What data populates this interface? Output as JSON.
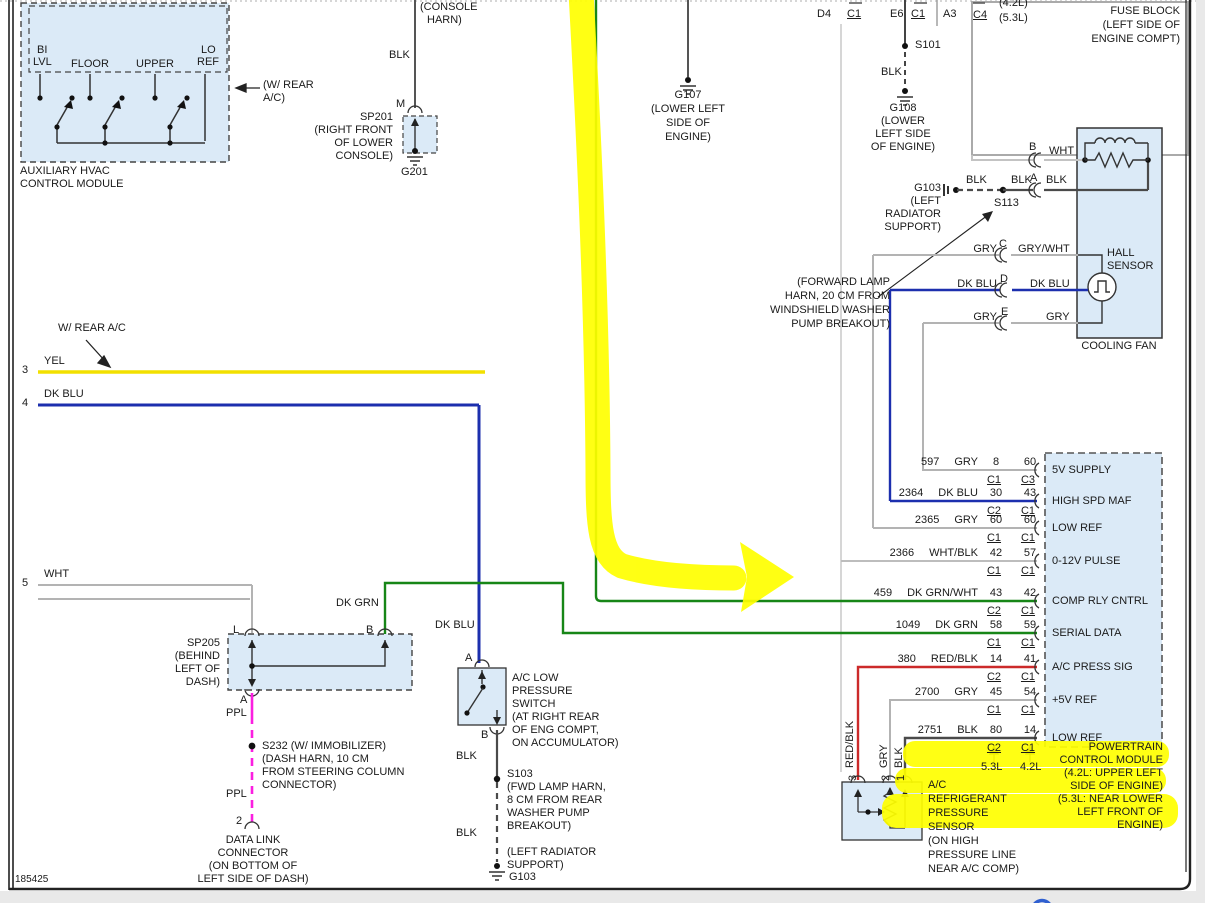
{
  "page": {
    "sheet_id": "185425"
  },
  "colors": {
    "highlight": "#ffff00",
    "wire_yellow": "#f2e000",
    "wire_dkblu": "#1c2fae",
    "wire_green": "#178617",
    "wire_red": "#cc2a2a",
    "wire_ppl": "#fb1fe0",
    "module_fill": "#dbeaf7"
  },
  "top": {
    "d4": "D4",
    "c1a": "C1",
    "e6": "E6",
    "c1b": "C1",
    "a3": "A3"
  },
  "fuse": {
    "c4": "C4",
    "eng42": "(4.2L)",
    "eng53": "(5.3L)",
    "t1": "FUSE BLOCK",
    "t2": "(LEFT SIDE OF",
    "t3": "ENGINE COMPT)"
  },
  "aux": {
    "bi": "BI",
    "lvl": "LVL",
    "floor": "FLOOR",
    "upper": "UPPER",
    "lo": "LO",
    "ref": "REF",
    "t1": "AUXILIARY HVAC",
    "t2": "CONTROL MODULE",
    "n1": "(W/ REAR",
    "n2": "A/C)"
  },
  "console": {
    "h1": "(CONSOLE",
    "h2": "HARN)",
    "blk": "BLK",
    "m": "M",
    "sp": "SP201",
    "l1": "(RIGHT FRONT",
    "l2": "OF LOWER",
    "l3": "CONSOLE)",
    "gnd": "G201"
  },
  "g107": {
    "id": "G107",
    "l1": "(LOWER LEFT",
    "l2": "SIDE OF",
    "l3": "ENGINE)"
  },
  "s101": {
    "id": "S101",
    "blk": "BLK",
    "gnd": "G108",
    "l1": "(LOWER",
    "l2": "LEFT SIDE",
    "l3": "OF ENGINE)"
  },
  "g103t": {
    "id": "G103",
    "l1": "(LEFT",
    "l2": "RADIATOR",
    "l3": "SUPPORT)",
    "blk1": "BLK",
    "s113": "S113",
    "blk2": "BLK",
    "a": "A",
    "blk3": "BLK"
  },
  "fan": {
    "b": "B",
    "wht": "WHT",
    "c": "C",
    "d": "D",
    "e": "E",
    "gryl": "GRY",
    "grywht": "GRY/WHT",
    "dkblul": "DK BLU",
    "dkblur": "DK BLU",
    "gryel": "GRY",
    "gryer": "GRY",
    "hall1": "HALL",
    "hall2": "SENSOR",
    "title": "COOLING FAN"
  },
  "note": {
    "l1": "(FORWARD LAMP",
    "l2": "HARN, 20 CM FROM",
    "l3": "WINDSHIELD WASHER",
    "l4": "PUMP BREAKOUT)"
  },
  "wires": {
    "rear": "W/ REAR A/C",
    "n3": "3",
    "yel": "YEL",
    "n4": "4",
    "dkblu": "DK BLU",
    "n5": "5",
    "wht": "WHT",
    "dkgrn": "DK GRN",
    "dkblu2": "DK BLU"
  },
  "sp205": {
    "id": "SP205",
    "l1": "(BEHIND",
    "l2": "LEFT OF",
    "l3": "DASH)",
    "pl": "L",
    "pb": "B",
    "pa": "A",
    "ppl": "PPL",
    "s1": "S232 (W/ IMMOBILIZER)",
    "s2": "(DASH HARN, 10 CM",
    "s3": "FROM STEERING COLUMN",
    "s4": "CONNECTOR)",
    "ppl2": "PPL",
    "p2": "2",
    "d1": "DATA LINK",
    "d2": "CONNECTOR",
    "d3": "(ON BOTTOM OF",
    "d4": "LEFT SIDE OF DASH)"
  },
  "acsw": {
    "pa": "A",
    "pb": "B",
    "t1": "A/C LOW",
    "t2": "PRESSURE",
    "t3": "SWITCH",
    "t4": "(AT RIGHT REAR",
    "t5": "OF ENG COMPT,",
    "t6": "ON ACCUMULATOR)",
    "blk1": "BLK",
    "s103": "S103",
    "s1": "(FWD LAMP HARN,",
    "s2": "8 CM FROM REAR",
    "s3": "WASHER PUMP",
    "s4": "BREAKOUT)",
    "blk2": "BLK",
    "g1": "(LEFT RADIATOR",
    "g2": "SUPPORT)",
    "gnd": "G103"
  },
  "pcm": {
    "rows": [
      {
        "circuit": "597",
        "color": "GRY",
        "p1": "8",
        "p2": "60",
        "r1": "C1",
        "r2": "C3",
        "label": "5V SUPPLY"
      },
      {
        "circuit": "2364",
        "color": "DK BLU",
        "p1": "30",
        "p2": "43",
        "r1": "C2",
        "r2": "C1",
        "label": "HIGH SPD MAF"
      },
      {
        "circuit": "2365",
        "color": "GRY",
        "p1": "60",
        "p2": "60",
        "r1": "C1",
        "r2": "C1",
        "label": "LOW REF"
      },
      {
        "circuit": "2366",
        "color": "WHT/BLK",
        "p1": "42",
        "p2": "57",
        "r1": "C1",
        "r2": "C1",
        "label": "0-12V PULSE"
      },
      {
        "circuit": "459",
        "color": "DK GRN/WHT",
        "p1": "43",
        "p2": "42",
        "r1": "C2",
        "r2": "C1",
        "label": "COMP RLY CNTRL"
      },
      {
        "circuit": "1049",
        "color": "DK GRN",
        "p1": "58",
        "p2": "59",
        "r1": "C1",
        "r2": "C1",
        "label": "SERIAL DATA"
      },
      {
        "circuit": "380",
        "color": "RED/BLK",
        "p1": "14",
        "p2": "41",
        "r1": "C2",
        "r2": "C1",
        "label": "A/C PRESS SIG"
      },
      {
        "circuit": "2700",
        "color": "GRY",
        "p1": "45",
        "p2": "54",
        "r1": "C1",
        "r2": "C1",
        "label": "+5V REF"
      },
      {
        "circuit": "2751",
        "color": "BLK",
        "p1": "80",
        "p2": "14",
        "r1": "C2",
        "r2": "C1",
        "label": "LOW REF"
      }
    ],
    "eng53": "5.3L",
    "eng42": "4.2L",
    "t1": "POWERTRAIN",
    "t2": "CONTROL MODULE",
    "t3": "(4.2L: UPPER LEFT",
    "t4": "SIDE OF ENGINE)",
    "t5": "(5.3L: NEAR LOWER",
    "t6": "LEFT FRONT OF",
    "t7": "ENGINE)"
  },
  "sensor": {
    "p3": "3",
    "p2": "2",
    "p1": "1",
    "w3": "RED/BLK",
    "w2": "GRY",
    "w1": "BLK",
    "t1": "A/C",
    "t2": "REFRIGERANT",
    "t3": "PRESSURE",
    "t4": "SENSOR",
    "t5": "(ON HIGH",
    "t6": "PRESSURE LINE",
    "t7": "NEAR A/C COMP)"
  }
}
